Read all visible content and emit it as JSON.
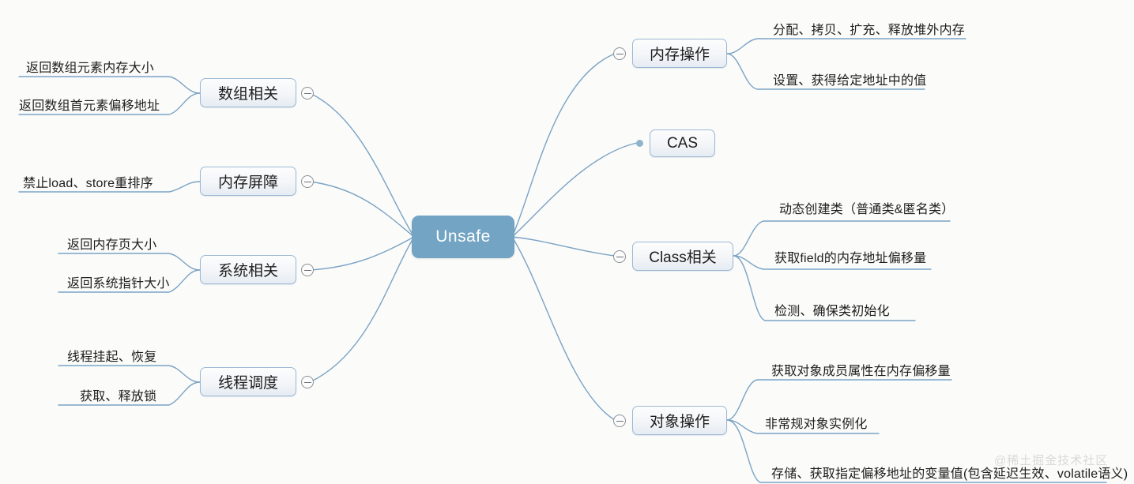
{
  "map": {
    "root": {
      "label": "Unsafe"
    },
    "watermark": "@稀土掘金技术社区",
    "colors": {
      "root_fill": "#74a4c4",
      "root_text": "#ffffff",
      "node_border": "#9db9d4",
      "edge": "#7aa3c4",
      "background": "#fbfbfa",
      "text": "#1d1d1d",
      "watermark": "#d9d9d9"
    },
    "left_branches": [
      {
        "label": "数组相关",
        "toggle": "collapse-minus-icon",
        "children": [
          {
            "label": "返回数组元素内存大小"
          },
          {
            "label": "返回数组首元素偏移地址"
          }
        ]
      },
      {
        "label": "内存屏障",
        "toggle": "collapse-minus-icon",
        "children": [
          {
            "label": "禁止load、store重排序"
          }
        ]
      },
      {
        "label": "系统相关",
        "toggle": "collapse-minus-icon",
        "children": [
          {
            "label": "返回内存页大小"
          },
          {
            "label": "返回系统指针大小"
          }
        ]
      },
      {
        "label": "线程调度",
        "toggle": "collapse-minus-icon",
        "children": [
          {
            "label": "线程挂起、恢复"
          },
          {
            "label": "获取、释放锁"
          }
        ]
      }
    ],
    "right_branches": [
      {
        "label": "内存操作",
        "toggle": "collapse-minus-icon",
        "children": [
          {
            "label": "分配、拷贝、扩充、释放堆外内存"
          },
          {
            "label": "设置、获得给定地址中的值"
          }
        ]
      },
      {
        "label": "CAS",
        "toggle": "endpoint-dot",
        "children": []
      },
      {
        "label": "Class相关",
        "toggle": "collapse-minus-icon",
        "children": [
          {
            "label": "动态创建类（普通类&匿名类）"
          },
          {
            "label": "获取field的内存地址偏移量"
          },
          {
            "label": "检测、确保类初始化"
          }
        ]
      },
      {
        "label": "对象操作",
        "toggle": "collapse-minus-icon",
        "children": [
          {
            "label": "获取对象成员属性在内存偏移量"
          },
          {
            "label": "非常规对象实例化"
          },
          {
            "label": "存储、获取指定偏移地址的变量值(包含延迟生效、volatile语义)"
          }
        ]
      }
    ]
  }
}
